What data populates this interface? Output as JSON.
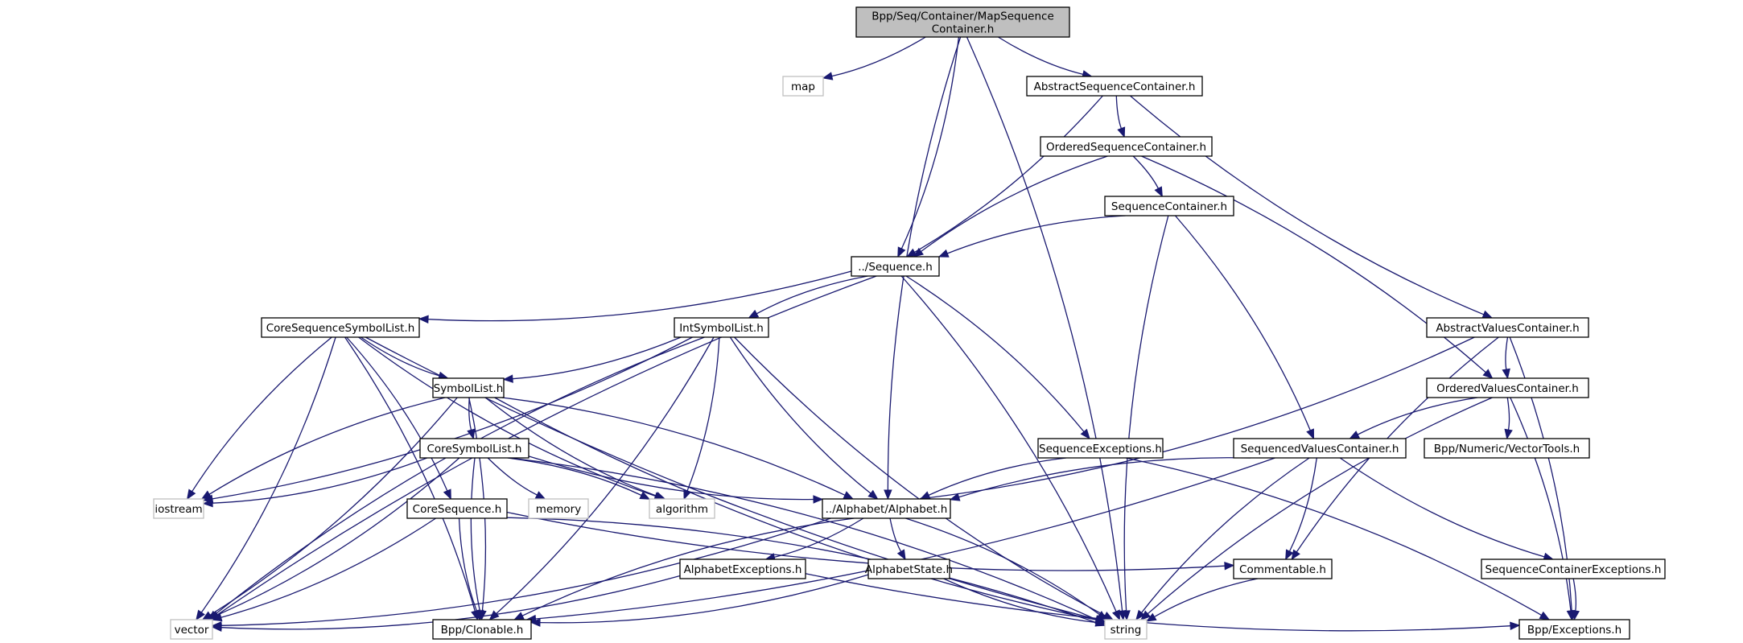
{
  "title": "Bpp/Seq/Container/MapSequenceContainer.h include dependency graph",
  "colors": {
    "edge": "#191970",
    "root_fill": "#bfbfbf",
    "node_border": "#000000",
    "external_border": "#bfbfbf",
    "background": "#ffffff"
  },
  "nodes": [
    {
      "id": "root",
      "lines": [
        "Bpp/Seq/Container/MapSequence",
        "Container.h"
      ],
      "kind": "root"
    },
    {
      "id": "map",
      "lines": [
        "map"
      ],
      "kind": "external"
    },
    {
      "id": "asc",
      "lines": [
        "AbstractSequenceContainer.h"
      ],
      "kind": "local"
    },
    {
      "id": "osc",
      "lines": [
        "OrderedSequenceContainer.h"
      ],
      "kind": "local"
    },
    {
      "id": "sc",
      "lines": [
        "SequenceContainer.h"
      ],
      "kind": "local"
    },
    {
      "id": "seq",
      "lines": [
        "../Sequence.h"
      ],
      "kind": "local"
    },
    {
      "id": "cssl",
      "lines": [
        "CoreSequenceSymbolList.h"
      ],
      "kind": "local"
    },
    {
      "id": "isl",
      "lines": [
        "IntSymbolList.h"
      ],
      "kind": "local"
    },
    {
      "id": "avc",
      "lines": [
        "AbstractValuesContainer.h"
      ],
      "kind": "local"
    },
    {
      "id": "sl",
      "lines": [
        "SymbolList.h"
      ],
      "kind": "local"
    },
    {
      "id": "ovc",
      "lines": [
        "OrderedValuesContainer.h"
      ],
      "kind": "local"
    },
    {
      "id": "csl",
      "lines": [
        "CoreSymbolList.h"
      ],
      "kind": "local"
    },
    {
      "id": "sexc",
      "lines": [
        "SequenceExceptions.h"
      ],
      "kind": "local"
    },
    {
      "id": "svc",
      "lines": [
        "SequencedValuesContainer.h"
      ],
      "kind": "local"
    },
    {
      "id": "vt",
      "lines": [
        "Bpp/Numeric/VectorTools.h"
      ],
      "kind": "local"
    },
    {
      "id": "iostream",
      "lines": [
        "iostream"
      ],
      "kind": "external"
    },
    {
      "id": "cs",
      "lines": [
        "CoreSequence.h"
      ],
      "kind": "local"
    },
    {
      "id": "memory",
      "lines": [
        "memory"
      ],
      "kind": "external"
    },
    {
      "id": "algorithm",
      "lines": [
        "algorithm"
      ],
      "kind": "external"
    },
    {
      "id": "alpha",
      "lines": [
        "../Alphabet/Alphabet.h"
      ],
      "kind": "local"
    },
    {
      "id": "aexc",
      "lines": [
        "AlphabetExceptions.h"
      ],
      "kind": "local"
    },
    {
      "id": "astate",
      "lines": [
        "AlphabetState.h"
      ],
      "kind": "local"
    },
    {
      "id": "comm",
      "lines": [
        "Commentable.h"
      ],
      "kind": "local"
    },
    {
      "id": "scexc",
      "lines": [
        "SequenceContainerExceptions.h"
      ],
      "kind": "local"
    },
    {
      "id": "vector",
      "lines": [
        "vector"
      ],
      "kind": "external"
    },
    {
      "id": "clon",
      "lines": [
        "Bpp/Clonable.h"
      ],
      "kind": "local"
    },
    {
      "id": "string",
      "lines": [
        "string"
      ],
      "kind": "external"
    },
    {
      "id": "exc",
      "lines": [
        "Bpp/Exceptions.h"
      ],
      "kind": "local"
    }
  ],
  "edges": [
    [
      "root",
      "map"
    ],
    [
      "root",
      "asc"
    ],
    [
      "root",
      "seq"
    ],
    [
      "root",
      "alpha"
    ],
    [
      "root",
      "string"
    ],
    [
      "asc",
      "osc"
    ],
    [
      "asc",
      "seq"
    ],
    [
      "asc",
      "avc"
    ],
    [
      "osc",
      "sc"
    ],
    [
      "osc",
      "seq"
    ],
    [
      "osc",
      "ovc"
    ],
    [
      "sc",
      "seq"
    ],
    [
      "sc",
      "svc"
    ],
    [
      "sc",
      "string"
    ],
    [
      "seq",
      "cssl"
    ],
    [
      "seq",
      "isl"
    ],
    [
      "seq",
      "sexc"
    ],
    [
      "seq",
      "vector"
    ],
    [
      "seq",
      "string"
    ],
    [
      "cssl",
      "sl"
    ],
    [
      "cssl",
      "cs"
    ],
    [
      "cssl",
      "iostream"
    ],
    [
      "cssl",
      "vector"
    ],
    [
      "cssl",
      "algorithm"
    ],
    [
      "cssl",
      "clon"
    ],
    [
      "cssl",
      "string"
    ],
    [
      "isl",
      "sl"
    ],
    [
      "isl",
      "alpha"
    ],
    [
      "isl",
      "iostream"
    ],
    [
      "isl",
      "vector"
    ],
    [
      "isl",
      "algorithm"
    ],
    [
      "isl",
      "string"
    ],
    [
      "isl",
      "clon"
    ],
    [
      "sl",
      "csl"
    ],
    [
      "sl",
      "alpha"
    ],
    [
      "sl",
      "iostream"
    ],
    [
      "sl",
      "vector"
    ],
    [
      "sl",
      "algorithm"
    ],
    [
      "sl",
      "clon"
    ],
    [
      "sl",
      "string"
    ],
    [
      "csl",
      "iostream"
    ],
    [
      "csl",
      "memory"
    ],
    [
      "csl",
      "algorithm"
    ],
    [
      "csl",
      "alpha"
    ],
    [
      "csl",
      "vector"
    ],
    [
      "csl",
      "clon"
    ],
    [
      "csl",
      "string"
    ],
    [
      "cs",
      "comm"
    ],
    [
      "cs",
      "vector"
    ],
    [
      "cs",
      "clon"
    ],
    [
      "cs",
      "string"
    ],
    [
      "avc",
      "ovc"
    ],
    [
      "avc",
      "alpha"
    ],
    [
      "avc",
      "comm"
    ],
    [
      "avc",
      "exc"
    ],
    [
      "ovc",
      "svc"
    ],
    [
      "ovc",
      "vt"
    ],
    [
      "ovc",
      "string"
    ],
    [
      "ovc",
      "exc"
    ],
    [
      "sexc",
      "alpha"
    ],
    [
      "sexc",
      "exc"
    ],
    [
      "svc",
      "alpha"
    ],
    [
      "svc",
      "comm"
    ],
    [
      "svc",
      "scexc"
    ],
    [
      "svc",
      "clon"
    ],
    [
      "svc",
      "string"
    ],
    [
      "alpha",
      "aexc"
    ],
    [
      "alpha",
      "astate"
    ],
    [
      "alpha",
      "vector"
    ],
    [
      "alpha",
      "clon"
    ],
    [
      "alpha",
      "string"
    ],
    [
      "aexc",
      "exc"
    ],
    [
      "astate",
      "clon"
    ],
    [
      "astate",
      "string"
    ],
    [
      "aexc",
      "vector"
    ],
    [
      "comm",
      "string"
    ],
    [
      "scexc",
      "exc"
    ]
  ]
}
